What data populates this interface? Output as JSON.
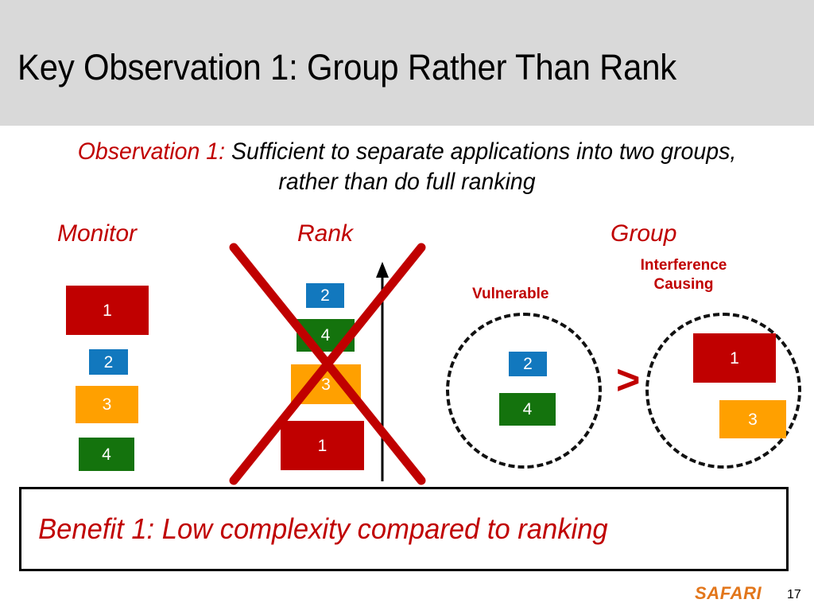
{
  "slide": {
    "title": "Key Observation 1: Group Rather Than Rank",
    "subtitle_lead": "Observation 1:",
    "subtitle_rest": " Sufficient to separate applications into two groups, rather than do full ranking",
    "benefit": "Benefit 1: Low complexity compared to ranking",
    "page_number": "17",
    "logo": "SAFARI"
  },
  "columns": {
    "monitor": {
      "heading": "Monitor"
    },
    "rank": {
      "heading": "Rank"
    },
    "group": {
      "heading": "Group"
    }
  },
  "group_labels": {
    "vulnerable": "Vulnerable",
    "interference_causing_line1": "Interference",
    "interference_causing_line2": "Causing",
    "comparison_operator": ">"
  },
  "monitor_blocks": [
    {
      "label": "1",
      "color": "#c00000"
    },
    {
      "label": "2",
      "color": "#1278be"
    },
    {
      "label": "3",
      "color": "#ffa000"
    },
    {
      "label": "4",
      "color": "#14730d"
    }
  ],
  "rank_blocks": [
    {
      "label": "2",
      "color": "#1278be"
    },
    {
      "label": "4",
      "color": "#14730d"
    },
    {
      "label": "3",
      "color": "#ffa000"
    },
    {
      "label": "1",
      "color": "#c00000"
    }
  ],
  "vulnerable_blocks": [
    {
      "label": "2",
      "color": "#1278be"
    },
    {
      "label": "4",
      "color": "#14730d"
    }
  ],
  "interference_blocks": [
    {
      "label": "1",
      "color": "#c00000"
    },
    {
      "label": "3",
      "color": "#ffa000"
    }
  ],
  "colors": {
    "header_band": "#d9d9d9",
    "accent_red": "#c00000",
    "blue": "#1278be",
    "orange": "#ffa000",
    "green": "#14730d",
    "logo_orange": "#e2761b"
  }
}
